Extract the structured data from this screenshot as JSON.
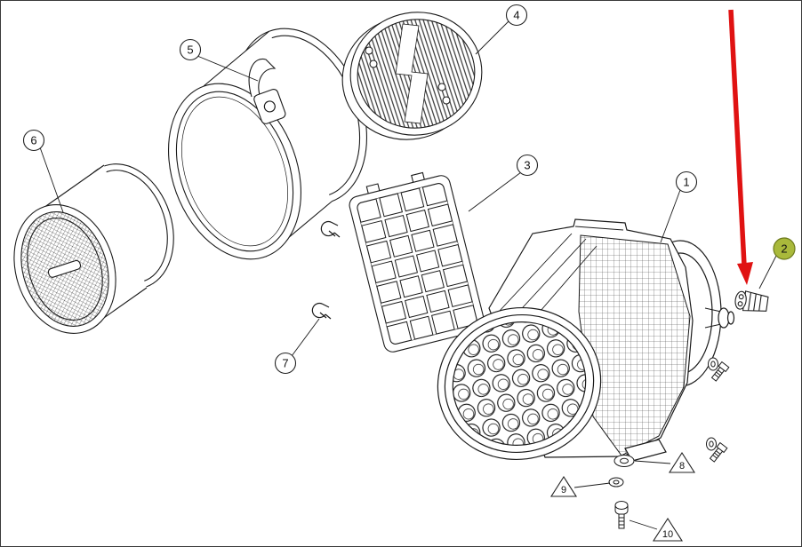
{
  "page": {
    "background": "#ffffff",
    "line_color": "#1b1b1b"
  },
  "colors": {
    "highlight": "#a9b93b",
    "highlight_stroke": "#6d7a1c",
    "arrow": "#e01212",
    "balloon_fill": "#ffffff",
    "balloon_stroke": "#222222"
  },
  "diagram": {
    "kind": "exploded-parts-diagram",
    "callouts": [
      {
        "label": "1",
        "shape": "circle",
        "highlighted": false
      },
      {
        "label": "2",
        "shape": "circle",
        "highlighted": true
      },
      {
        "label": "3",
        "shape": "circle",
        "highlighted": false
      },
      {
        "label": "4",
        "shape": "circle",
        "highlighted": false
      },
      {
        "label": "5",
        "shape": "circle",
        "highlighted": false
      },
      {
        "label": "6",
        "shape": "circle",
        "highlighted": false
      },
      {
        "label": "7",
        "shape": "circle",
        "highlighted": false
      },
      {
        "label": "8",
        "shape": "triangle",
        "highlighted": false
      },
      {
        "label": "9",
        "shape": "triangle",
        "highlighted": false
      },
      {
        "label": "10",
        "shape": "triangle",
        "highlighted": false
      }
    ]
  }
}
